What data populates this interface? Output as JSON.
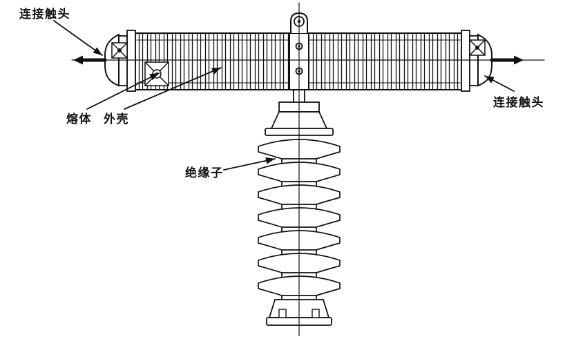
{
  "diagram": {
    "labels": {
      "connection_contact_left": "连接触头",
      "fuse_element": "熔体",
      "outer_shell": "外壳",
      "insulator": "绝缘子",
      "connection_contact_right": "连接触头"
    },
    "colors": {
      "line": "#111111",
      "background": "#ffffff"
    }
  }
}
